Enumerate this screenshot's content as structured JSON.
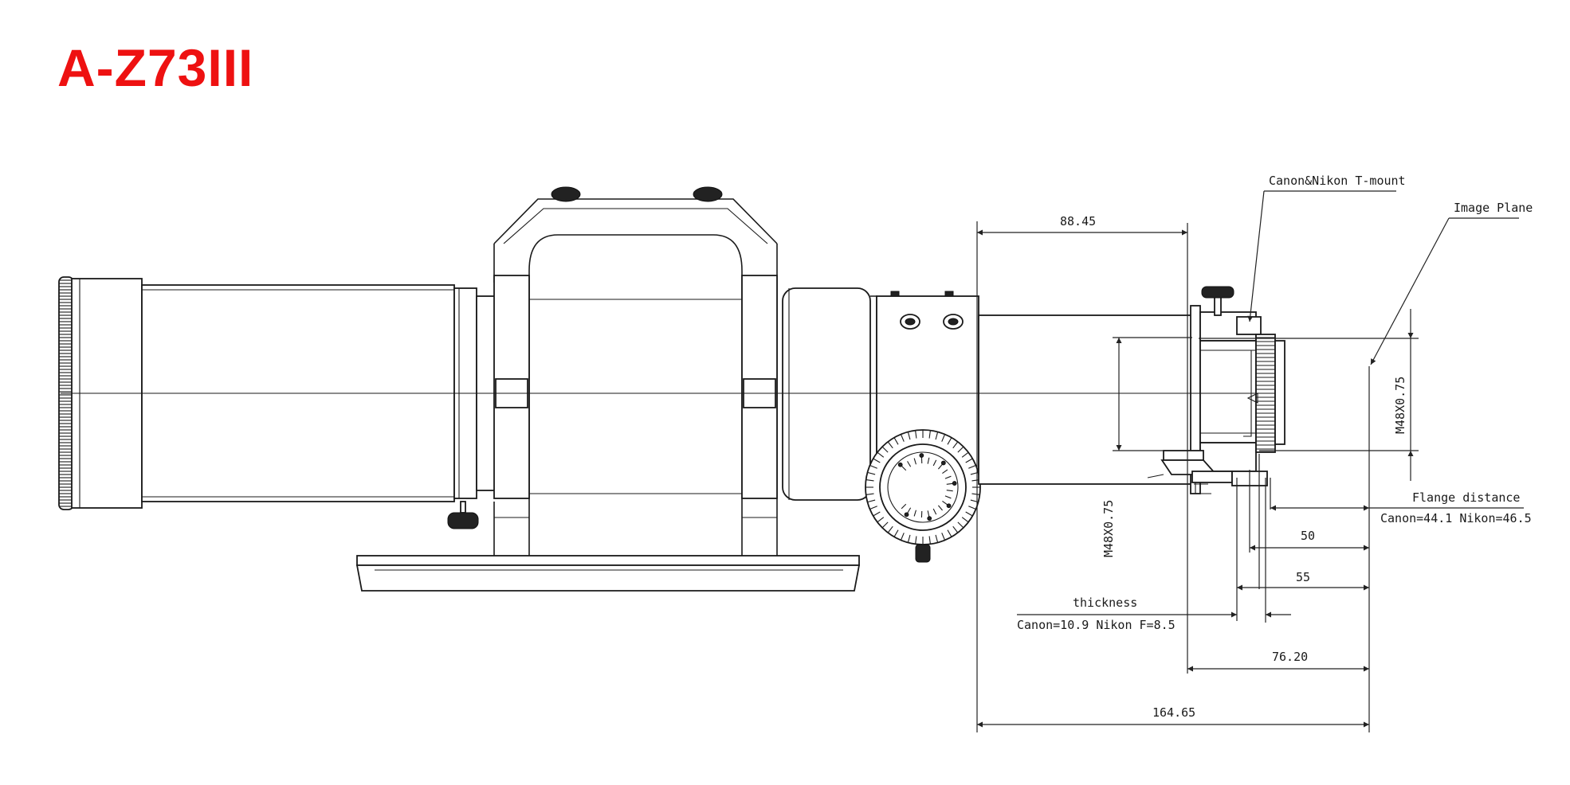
{
  "title": {
    "text": "A-Z73III",
    "color": "#ee1111"
  },
  "annotations": {
    "tmount": "Canon&Nikon T-mount",
    "image_plane": "Image Plane",
    "flange_title": "Flange distance",
    "flange_values": "Canon=44.1 Nikon=46.5",
    "thickness_title": "thickness",
    "thickness_values": "Canon=10.9 Nikon F=8.5"
  },
  "dimensions": {
    "d_88": "88.45",
    "d_50": "50",
    "d_55": "55",
    "d_76": "76.20",
    "d_164": "164.65",
    "thread_right": "M48X0.75",
    "thread_left": "M48X0.75"
  }
}
